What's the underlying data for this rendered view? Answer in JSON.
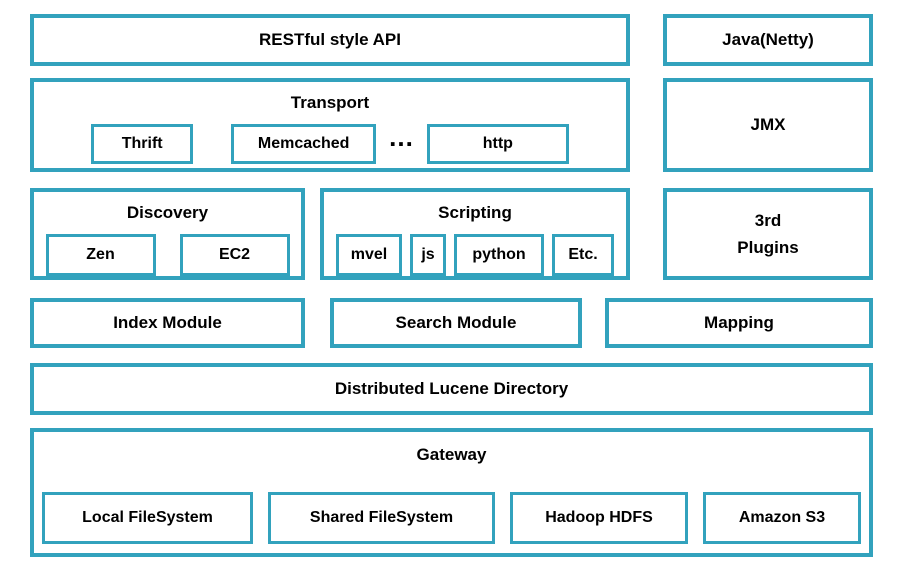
{
  "colors": {
    "border": "#32a2bd",
    "text": "#000000",
    "background": "#ffffff"
  },
  "nodes": {
    "restful_api": "RESTful style API",
    "java_netty": "Java(Netty)",
    "jmx": "JMX",
    "third_party_plugins": "3rd\nPlugins",
    "index_module": "Index Module",
    "search_module": "Search Module",
    "mapping": "Mapping",
    "distributed_lucene_directory": "Distributed Lucene Directory"
  },
  "transport": {
    "title": "Transport",
    "items": [
      "Thrift",
      "Memcached",
      "http"
    ],
    "ellipsis": "..."
  },
  "discovery": {
    "title": "Discovery",
    "items": [
      "Zen",
      "EC2"
    ]
  },
  "scripting": {
    "title": "Scripting",
    "items": [
      "mvel",
      "js",
      "python",
      "Etc."
    ]
  },
  "gateway": {
    "title": "Gateway",
    "items": [
      "Local FileSystem",
      "Shared FileSystem",
      "Hadoop HDFS",
      "Amazon S3"
    ]
  }
}
